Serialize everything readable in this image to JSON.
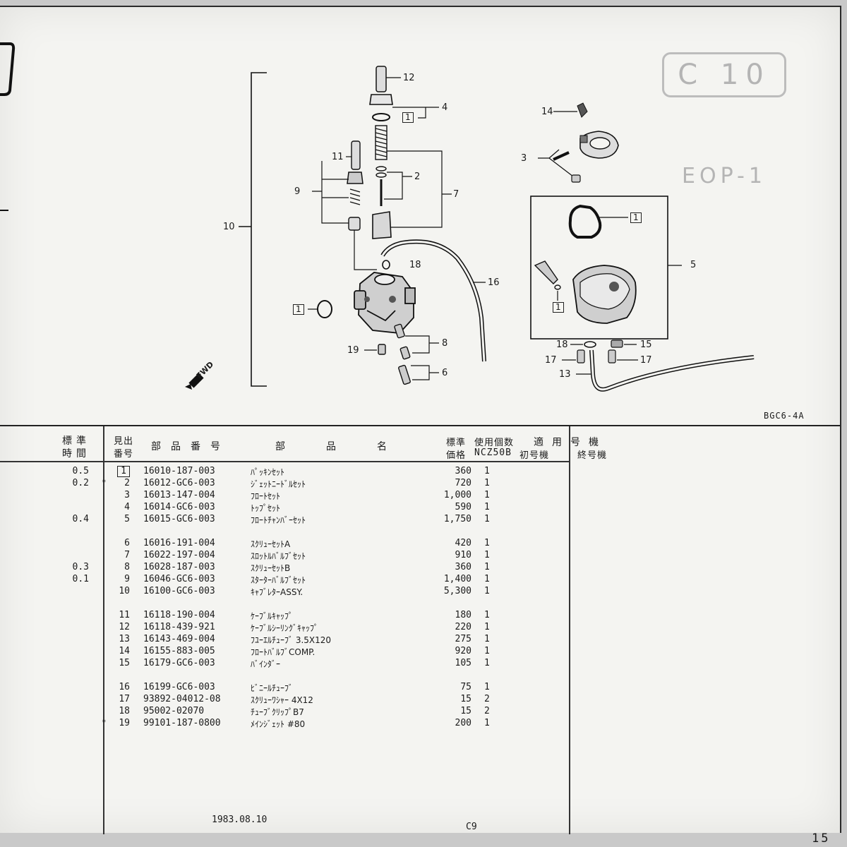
{
  "ghost": {
    "badge": "C 10",
    "model_tag": "EOP-1"
  },
  "diagram": {
    "figure_id": "BGC6-4A",
    "fwd_label": "FWD",
    "callouts": [
      {
        "id": "12",
        "text": "12"
      },
      {
        "id": "4",
        "text": "4"
      },
      {
        "id": "1a",
        "text": "1"
      },
      {
        "id": "11",
        "text": "11"
      },
      {
        "id": "2",
        "text": "2"
      },
      {
        "id": "9",
        "text": "9"
      },
      {
        "id": "7",
        "text": "7"
      },
      {
        "id": "10",
        "text": "10"
      },
      {
        "id": "18a",
        "text": "18"
      },
      {
        "id": "16",
        "text": "16"
      },
      {
        "id": "1b",
        "text": "1"
      },
      {
        "id": "8",
        "text": "8"
      },
      {
        "id": "19",
        "text": "19"
      },
      {
        "id": "6",
        "text": "6"
      },
      {
        "id": "14",
        "text": "14"
      },
      {
        "id": "3",
        "text": "3"
      },
      {
        "id": "1c",
        "text": "1"
      },
      {
        "id": "5",
        "text": "5"
      },
      {
        "id": "1d",
        "text": "1"
      },
      {
        "id": "18b",
        "text": "18"
      },
      {
        "id": "15",
        "text": "15"
      },
      {
        "id": "17a",
        "text": "17"
      },
      {
        "id": "17b",
        "text": "17"
      },
      {
        "id": "13",
        "text": "13"
      }
    ]
  },
  "table": {
    "headers": {
      "std_time_1": "標準",
      "std_time_2": "時間",
      "ref_1": "見出",
      "ref_2": "番号",
      "part_no": "部品番号",
      "part_name": "部品名",
      "std_price_1": "標準",
      "std_price_2": "価格",
      "qty_1": "使用個数",
      "model": "NCZ50B",
      "applicable": "適用号機",
      "first": "初号機",
      "last": "終号機"
    },
    "rows": [
      {
        "time": "0.5",
        "star": "",
        "ref": "1",
        "boxed": true,
        "part": "16010-187-003",
        "name": "ﾊﾟｯｷﾝｾｯﾄ",
        "price": "360",
        "qty": "1"
      },
      {
        "time": "0.2",
        "star": "*",
        "ref": "2",
        "boxed": false,
        "part": "16012-GC6-003",
        "name": "ｼﾞｪｯﾄﾆｰﾄﾞﾙｾｯﾄ",
        "price": "720",
        "qty": "1"
      },
      {
        "time": "",
        "star": "",
        "ref": "3",
        "boxed": false,
        "part": "16013-147-004",
        "name": "ﾌﾛｰﾄｾｯﾄ",
        "price": "1,000",
        "qty": "1"
      },
      {
        "time": "",
        "star": "",
        "ref": "4",
        "boxed": false,
        "part": "16014-GC6-003",
        "name": "ﾄｯﾌﾟｾｯﾄ",
        "price": "590",
        "qty": "1"
      },
      {
        "time": "0.4",
        "star": "",
        "ref": "5",
        "boxed": false,
        "part": "16015-GC6-003",
        "name": "ﾌﾛｰﾄﾁｬﾝﾊﾞｰｾｯﾄ",
        "price": "1,750",
        "qty": "1"
      },
      {
        "time": "",
        "star": "",
        "ref": "6",
        "boxed": false,
        "part": "16016-191-004",
        "name": "ｽｸﾘｭｰｾｯﾄA",
        "price": "420",
        "qty": "1"
      },
      {
        "time": "",
        "star": "",
        "ref": "7",
        "boxed": false,
        "part": "16022-197-004",
        "name": "ｽﾛｯﾄﾙﾊﾞﾙﾌﾞｾｯﾄ",
        "price": "910",
        "qty": "1"
      },
      {
        "time": "0.3",
        "star": "",
        "ref": "8",
        "boxed": false,
        "part": "16028-187-003",
        "name": "ｽｸﾘｭｰｾｯﾄB",
        "price": "360",
        "qty": "1"
      },
      {
        "time": "0.1",
        "star": "",
        "ref": "9",
        "boxed": false,
        "part": "16046-GC6-003",
        "name": "ｽﾀｰﾀｰﾊﾞﾙﾌﾞｾｯﾄ",
        "price": "1,400",
        "qty": "1"
      },
      {
        "time": "",
        "star": "",
        "ref": "10",
        "boxed": false,
        "part": "16100-GC6-003",
        "name": "ｷｬﾌﾞﾚﾀｰASSY.",
        "price": "5,300",
        "qty": "1"
      },
      {
        "time": "",
        "star": "",
        "ref": "11",
        "boxed": false,
        "part": "16118-190-004",
        "name": "ｹｰﾌﾞﾙｷｬｯﾌﾟ",
        "price": "180",
        "qty": "1"
      },
      {
        "time": "",
        "star": "",
        "ref": "12",
        "boxed": false,
        "part": "16118-439-921",
        "name": "ｹｰﾌﾞﾙｼｰﾘﾝｸﾞｷｬｯﾌﾟ",
        "price": "220",
        "qty": "1"
      },
      {
        "time": "",
        "star": "",
        "ref": "13",
        "boxed": false,
        "part": "16143-469-004",
        "name": "ﾌﾕｰｴﾙﾁｭｰﾌﾞ 3.5X120",
        "price": "275",
        "qty": "1"
      },
      {
        "time": "",
        "star": "",
        "ref": "14",
        "boxed": false,
        "part": "16155-883-005",
        "name": "ﾌﾛｰﾄﾊﾞﾙﾌﾞCOMP.",
        "price": "920",
        "qty": "1"
      },
      {
        "time": "",
        "star": "",
        "ref": "15",
        "boxed": false,
        "part": "16179-GC6-003",
        "name": "ﾊﾞｲﾝﾀﾞｰ",
        "price": "105",
        "qty": "1"
      },
      {
        "time": "",
        "star": "",
        "ref": "16",
        "boxed": false,
        "part": "16199-GC6-003",
        "name": "ﾋﾞﾆｰﾙﾁｭｰﾌﾞ",
        "price": "75",
        "qty": "1"
      },
      {
        "time": "",
        "star": "",
        "ref": "17",
        "boxed": false,
        "part": "93892-04012-08",
        "name": "ｽｸﾘｭｰﾜｼｬｰ 4X12",
        "price": "15",
        "qty": "2"
      },
      {
        "time": "",
        "star": "",
        "ref": "18",
        "boxed": false,
        "part": "95002-02070",
        "name": "ﾁｭｰﾌﾞｸﾘｯﾌﾟB7",
        "price": "15",
        "qty": "2"
      },
      {
        "time": "",
        "star": "*",
        "ref": "19",
        "boxed": false,
        "part": "99101-187-0800",
        "name": "ﾒｲﾝｼﾞｪｯﾄ #80",
        "price": "200",
        "qty": "1"
      }
    ]
  },
  "footer": {
    "date": "1983.08.10",
    "code": "C9",
    "page": "15"
  }
}
